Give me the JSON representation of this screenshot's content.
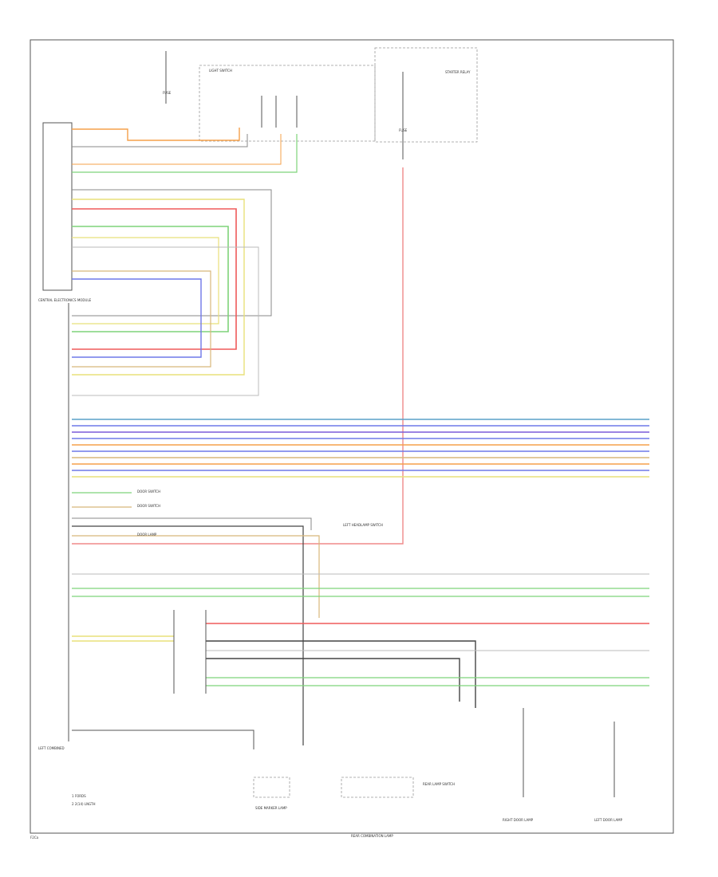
{
  "diagram": {
    "footer_label": "F2Ca",
    "legend": {
      "a": "1 FORDS",
      "b": "2 2(14) LNGTH"
    },
    "main_module_label": "CENTRAL ELECTRONICS MODULE",
    "lower_module_label": "LEFT COMBINED",
    "components": {
      "top_left_fuse": "FUSE",
      "top_switch": "LIGHT SWITCH",
      "top_right": "STARTER RELAY",
      "mid_fuse": "FUSE",
      "lower_center": "LEFT HEADLAMP SWITCH",
      "bottom_left": "SIDE MARKER LAMP",
      "bottom_mid": "REAR COMBINATION LAMP",
      "bottom_center": "REAR LAMP SWITCH",
      "bottom_right_1": "RIGHT DOOR LAMP",
      "bottom_right_2": "LEFT DOOR LAMP",
      "indicator_1": "DOOR SWITCH",
      "indicator_2": "DOOR SWITCH",
      "indicator_3": "DOOR LAMP"
    },
    "wire_colors": {
      "orange": "#f5a04a",
      "green": "#7ed47a",
      "red": "#ef5a5a",
      "yellow": "#e8e07a",
      "blue": "#6f78e8",
      "teal": "#5aa0c8",
      "gray": "#888888",
      "tan": "#d8b77a",
      "pink": "#f08a8a",
      "black": "#444444"
    }
  }
}
